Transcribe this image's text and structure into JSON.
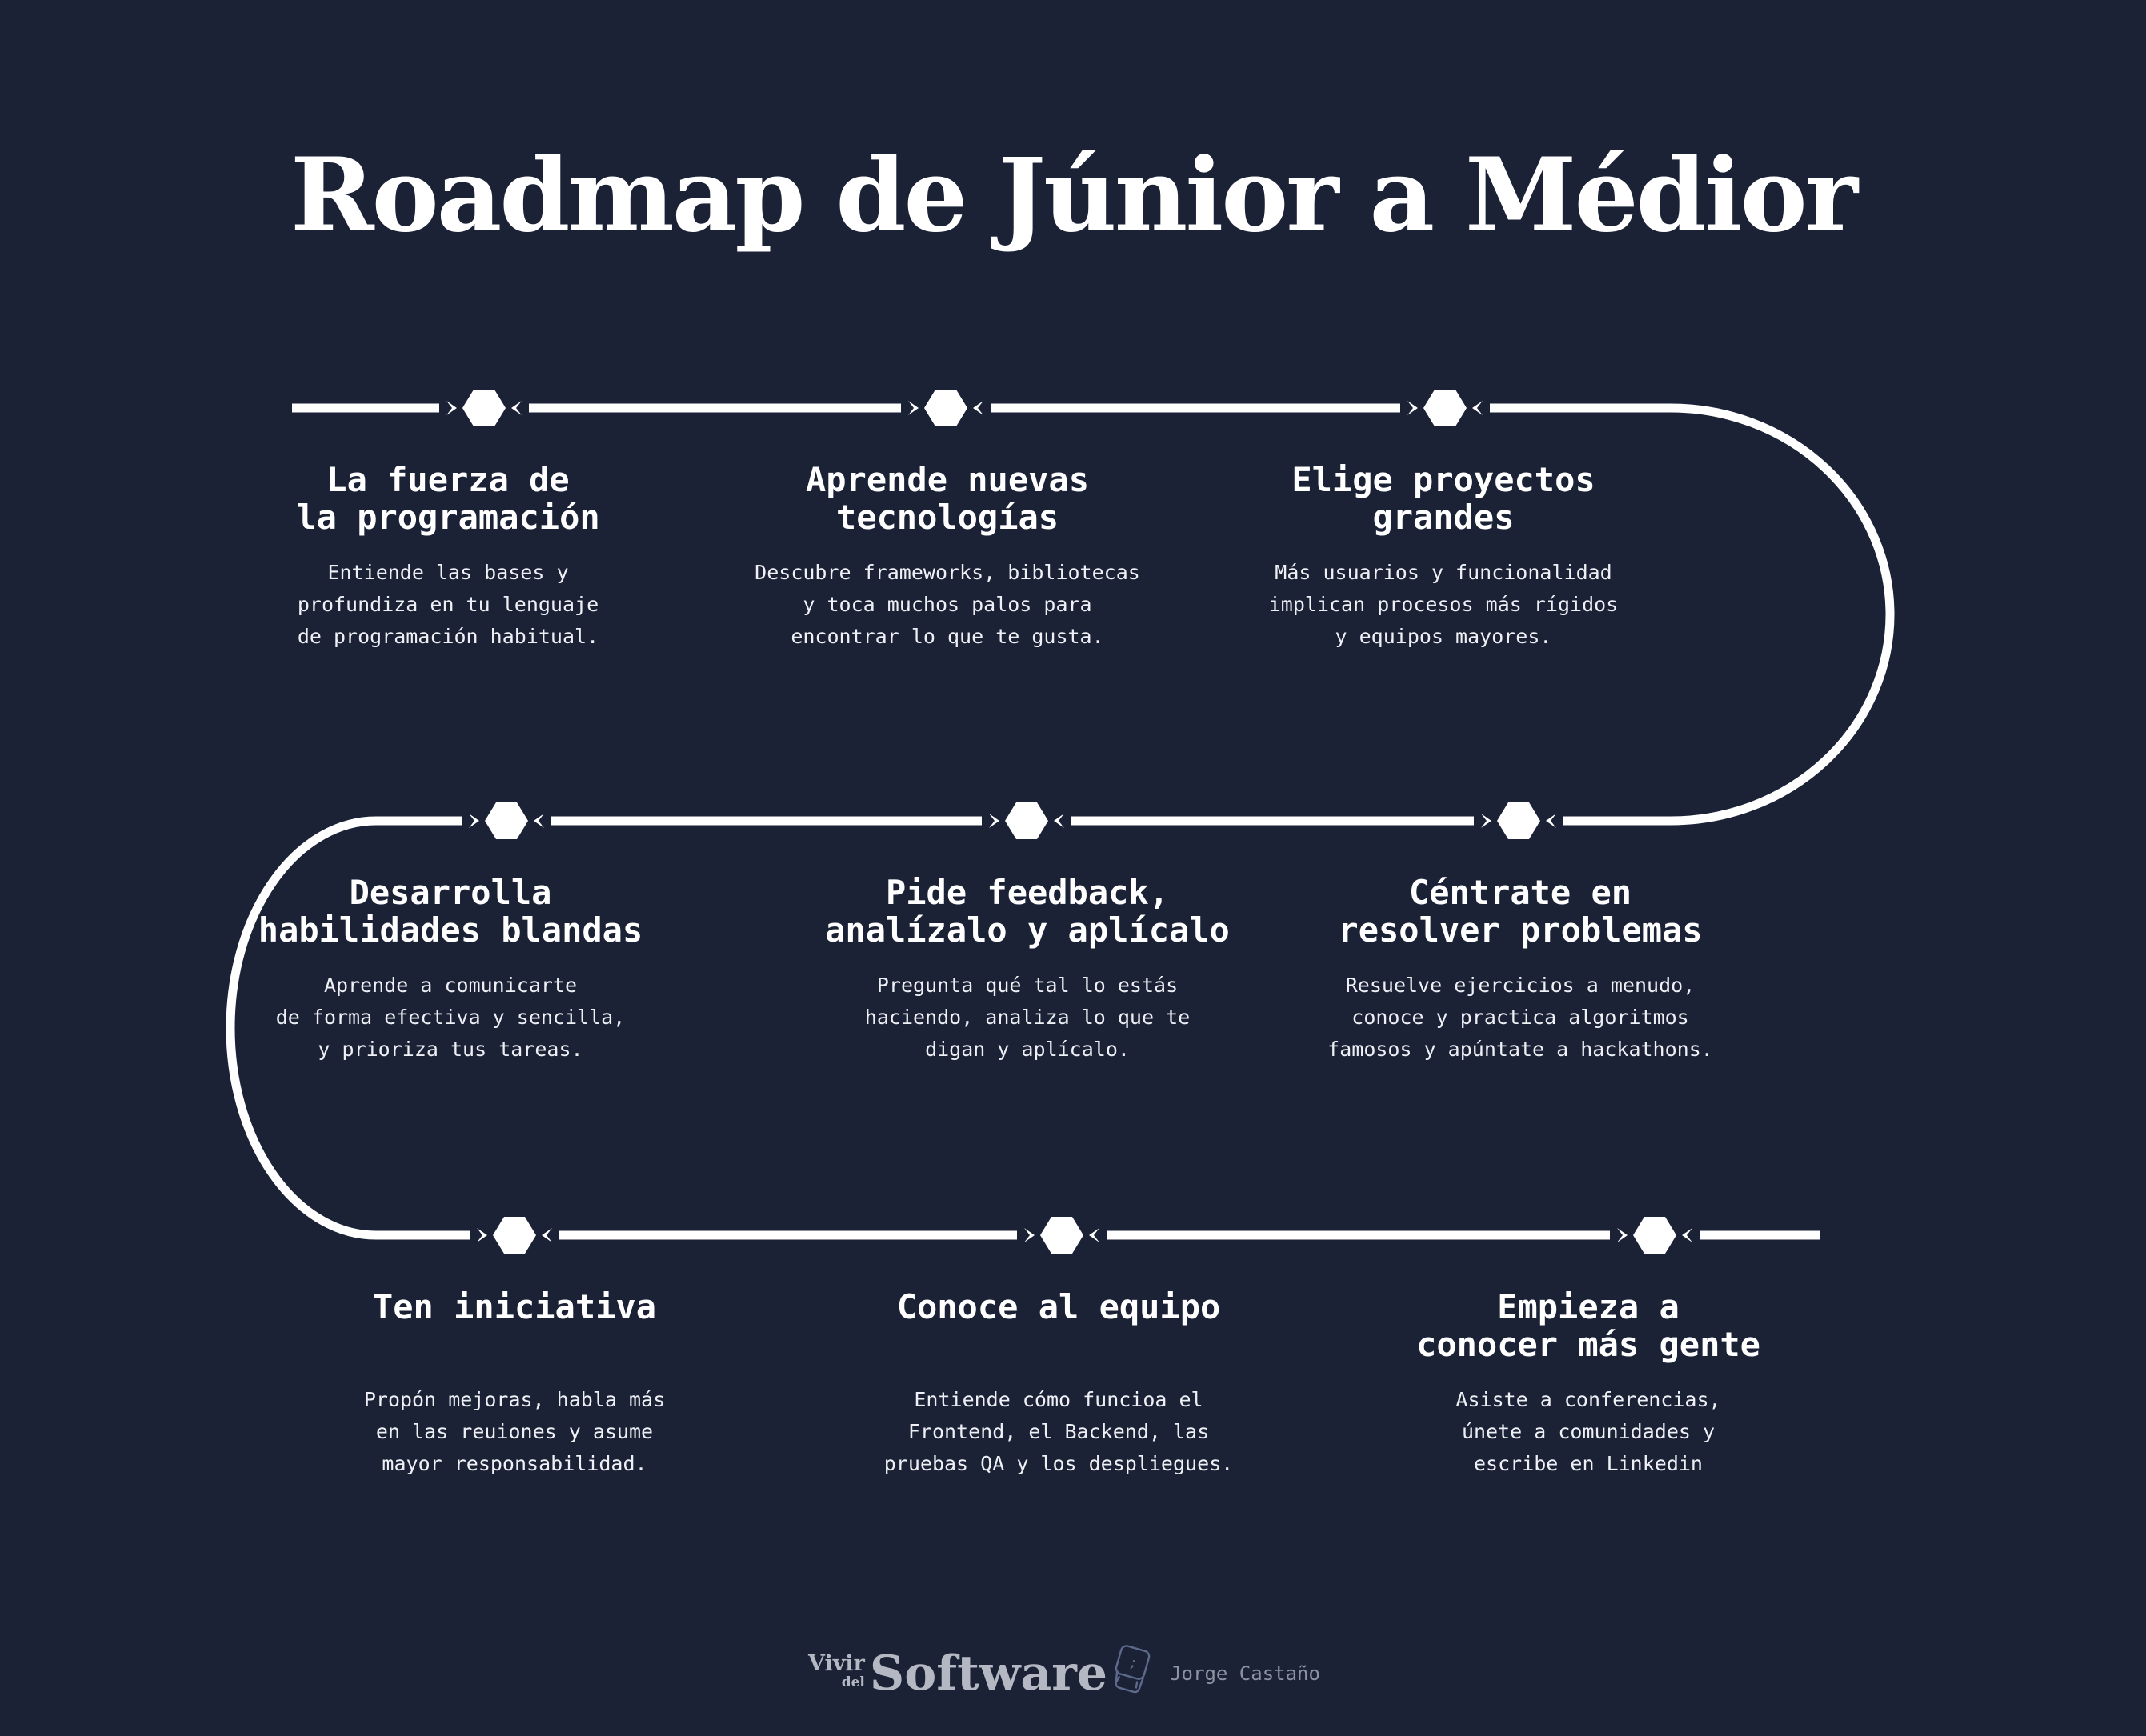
{
  "title": "Roadmap de Júnior a Médior",
  "steps": [
    {
      "title": "La fuerza de\nla programación",
      "body": "Entiende las bases y\nprofundiza en tu lenguaje\nde programación habitual."
    },
    {
      "title": "Aprende nuevas\ntecnologías",
      "body": "Descubre frameworks, bibliotecas\ny toca muchos palos para\nencontrar lo que te gusta."
    },
    {
      "title": "Elige proyectos\ngrandes",
      "body": "Más usuarios y funcionalidad\nimplican procesos más rígidos\ny equipos mayores."
    },
    {
      "title": "Desarrolla\nhabilidades blandas",
      "body": "Aprende a comunicarte\nde forma efectiva y sencilla,\ny prioriza tus tareas."
    },
    {
      "title": "Pide feedback,\nanalízalo y aplícalo",
      "body": "Pregunta qué tal lo estás\nhaciendo, analiza lo que te\ndigan y aplícalo."
    },
    {
      "title": "Céntrate en\nresolver problemas",
      "body": "Resuelve ejercicios a menudo,\nconoce y practica algoritmos\nfamosos y apúntate a hackathons."
    },
    {
      "title": "Ten iniciativa",
      "body": "Propón mejoras, habla más\nen las reuiones y asume\nmayor responsabilidad."
    },
    {
      "title": "Conoce al equipo",
      "body": "Entiende cómo funcioa el\nFrontend, el Backend, las\npruebas QA y los despliegues."
    },
    {
      "title": "Empieza a\nconocer más gente",
      "body": "Asiste a conferencias,\núnete a comunidades y\nescribe en Linkedin"
    }
  ],
  "footer": {
    "logo_vivir": "Vivir",
    "logo_del": "del",
    "logo_software": "Software",
    "keycap_char": ";",
    "author": "Jorge Castaño"
  },
  "colors": {
    "background": "#1b2236",
    "path": "#ffffff",
    "step_title": "#ffffff",
    "step_body": "#eef0f5",
    "logo": "#b4b8c2",
    "author": "#8d93a3",
    "keycap_outline": "#5d6a8c"
  }
}
